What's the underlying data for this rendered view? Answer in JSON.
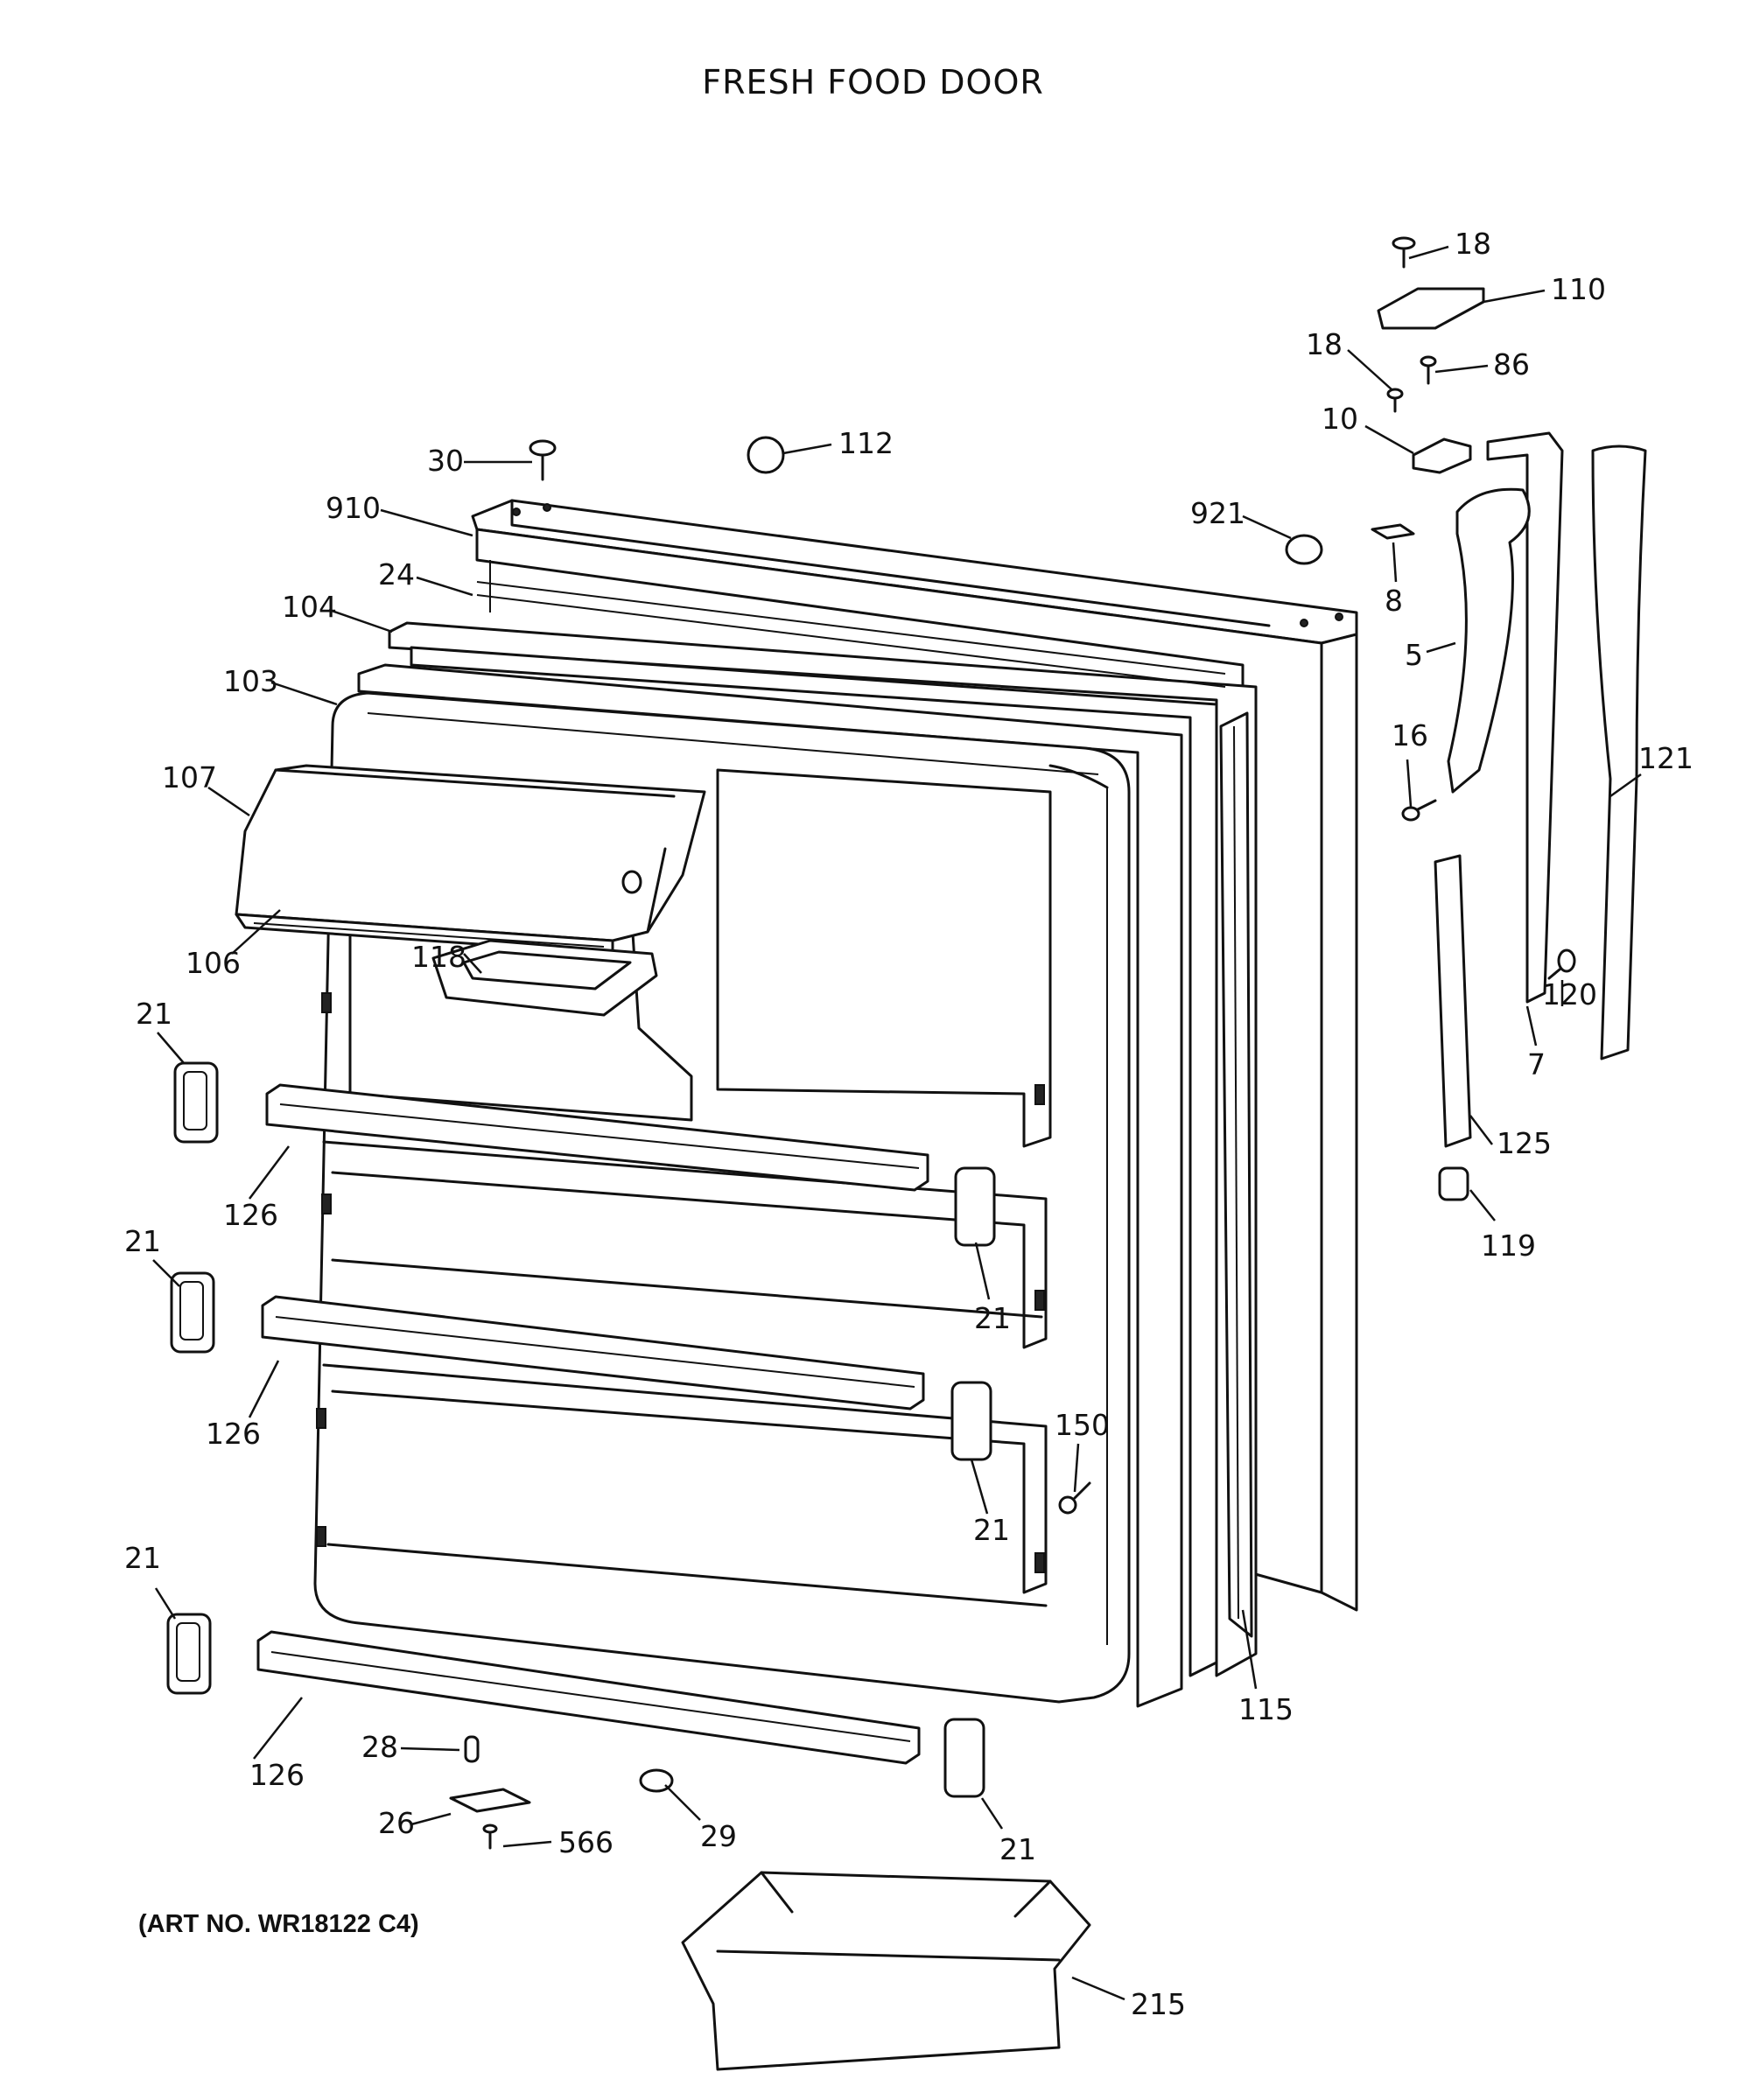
{
  "title": "FRESH FOOD DOOR",
  "art_number": "(ART NO. WR18122 C4)",
  "parts": [
    {
      "label": "18"
    },
    {
      "label": "110"
    },
    {
      "label": "18"
    },
    {
      "label": "86"
    },
    {
      "label": "10"
    },
    {
      "label": "30"
    },
    {
      "label": "112"
    },
    {
      "label": "910"
    },
    {
      "label": "921"
    },
    {
      "label": "24"
    },
    {
      "label": "8"
    },
    {
      "label": "104"
    },
    {
      "label": "5"
    },
    {
      "label": "103"
    },
    {
      "label": "16"
    },
    {
      "label": "107"
    },
    {
      "label": "121"
    },
    {
      "label": "118"
    },
    {
      "label": "106"
    },
    {
      "label": "21"
    },
    {
      "label": "120"
    },
    {
      "label": "7"
    },
    {
      "label": "125"
    },
    {
      "label": "126"
    },
    {
      "label": "119"
    },
    {
      "label": "21"
    },
    {
      "label": "21"
    },
    {
      "label": "126"
    },
    {
      "label": "150"
    },
    {
      "label": "21"
    },
    {
      "label": "21"
    },
    {
      "label": "115"
    },
    {
      "label": "28"
    },
    {
      "label": "126"
    },
    {
      "label": "26"
    },
    {
      "label": "29"
    },
    {
      "label": "566"
    },
    {
      "label": "21"
    },
    {
      "label": "215"
    }
  ]
}
